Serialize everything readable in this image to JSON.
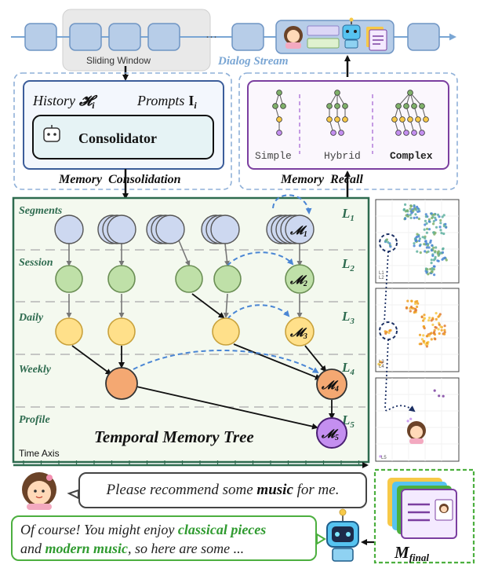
{
  "stream": {
    "sliding_window_label": "Sliding Window",
    "ellipsis": "···",
    "dialog_stream_label": "Dialog Stream"
  },
  "consolidation": {
    "history_label": "History",
    "history_symbol": "𝓗",
    "history_sub": "i",
    "prompts_label": "Prompts",
    "prompts_symbol": "I",
    "prompts_sub": "i",
    "consolidator_label": "Consolidator",
    "section_label": "Memory  Consolidation"
  },
  "recall": {
    "modes": [
      "Simple",
      "Hybrid",
      "Complex"
    ],
    "section_label": "Memory  Recall"
  },
  "tree": {
    "title": "Temporal Memory Tree",
    "time_axis_label": "Time Axis",
    "level_rows": [
      "Segments",
      "Session",
      "Daily",
      "Weekly",
      "Profile"
    ],
    "level_tags": [
      {
        "base": "L",
        "sub": "1"
      },
      {
        "base": "L",
        "sub": "2"
      },
      {
        "base": "L",
        "sub": "3"
      },
      {
        "base": "L",
        "sub": "4"
      },
      {
        "base": "L",
        "sub": "5"
      }
    ],
    "memory_nodes": [
      {
        "base": "𝓜",
        "sub": "1"
      },
      {
        "base": "𝓜",
        "sub": "2"
      },
      {
        "base": "𝓜",
        "sub": "3"
      },
      {
        "base": "𝓜",
        "sub": "4"
      },
      {
        "base": "𝓜",
        "sub": "5"
      }
    ]
  },
  "scatter": {
    "panel1_labels": [
      "L1",
      "L2"
    ],
    "panel2_labels": [
      "L3",
      "L4"
    ],
    "panel3_labels": [
      "L5"
    ]
  },
  "chat": {
    "user_before": "Please recommend some ",
    "user_keyword": "music",
    "user_after": " for me.",
    "assistant_line1_before": "Of course! You might enjoy ",
    "assistant_line1_keyword": "classical pieces",
    "assistant_line2_before": "and ",
    "assistant_line2_keyword": "modern music",
    "assistant_line2_after": ", so here are some ..."
  },
  "final": {
    "base": "M",
    "sub": "final"
  },
  "colors": {
    "segment": "#cdd8f0",
    "session": "#bfe0a8",
    "daily": "#ffe08a",
    "weekly": "#f4a872",
    "profile": "#c48ff0",
    "tree_border": "#2e6b4f",
    "stream_box": "#a9c3e2",
    "recall_border": "#7b3fa0"
  }
}
